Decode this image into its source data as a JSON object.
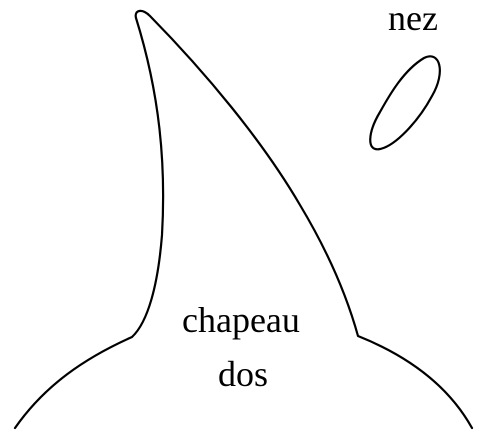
{
  "labels": {
    "nose": "nez",
    "hat": "chapeau",
    "back": "dos"
  },
  "colors": {
    "stroke": "#000000",
    "background": "#ffffff"
  }
}
